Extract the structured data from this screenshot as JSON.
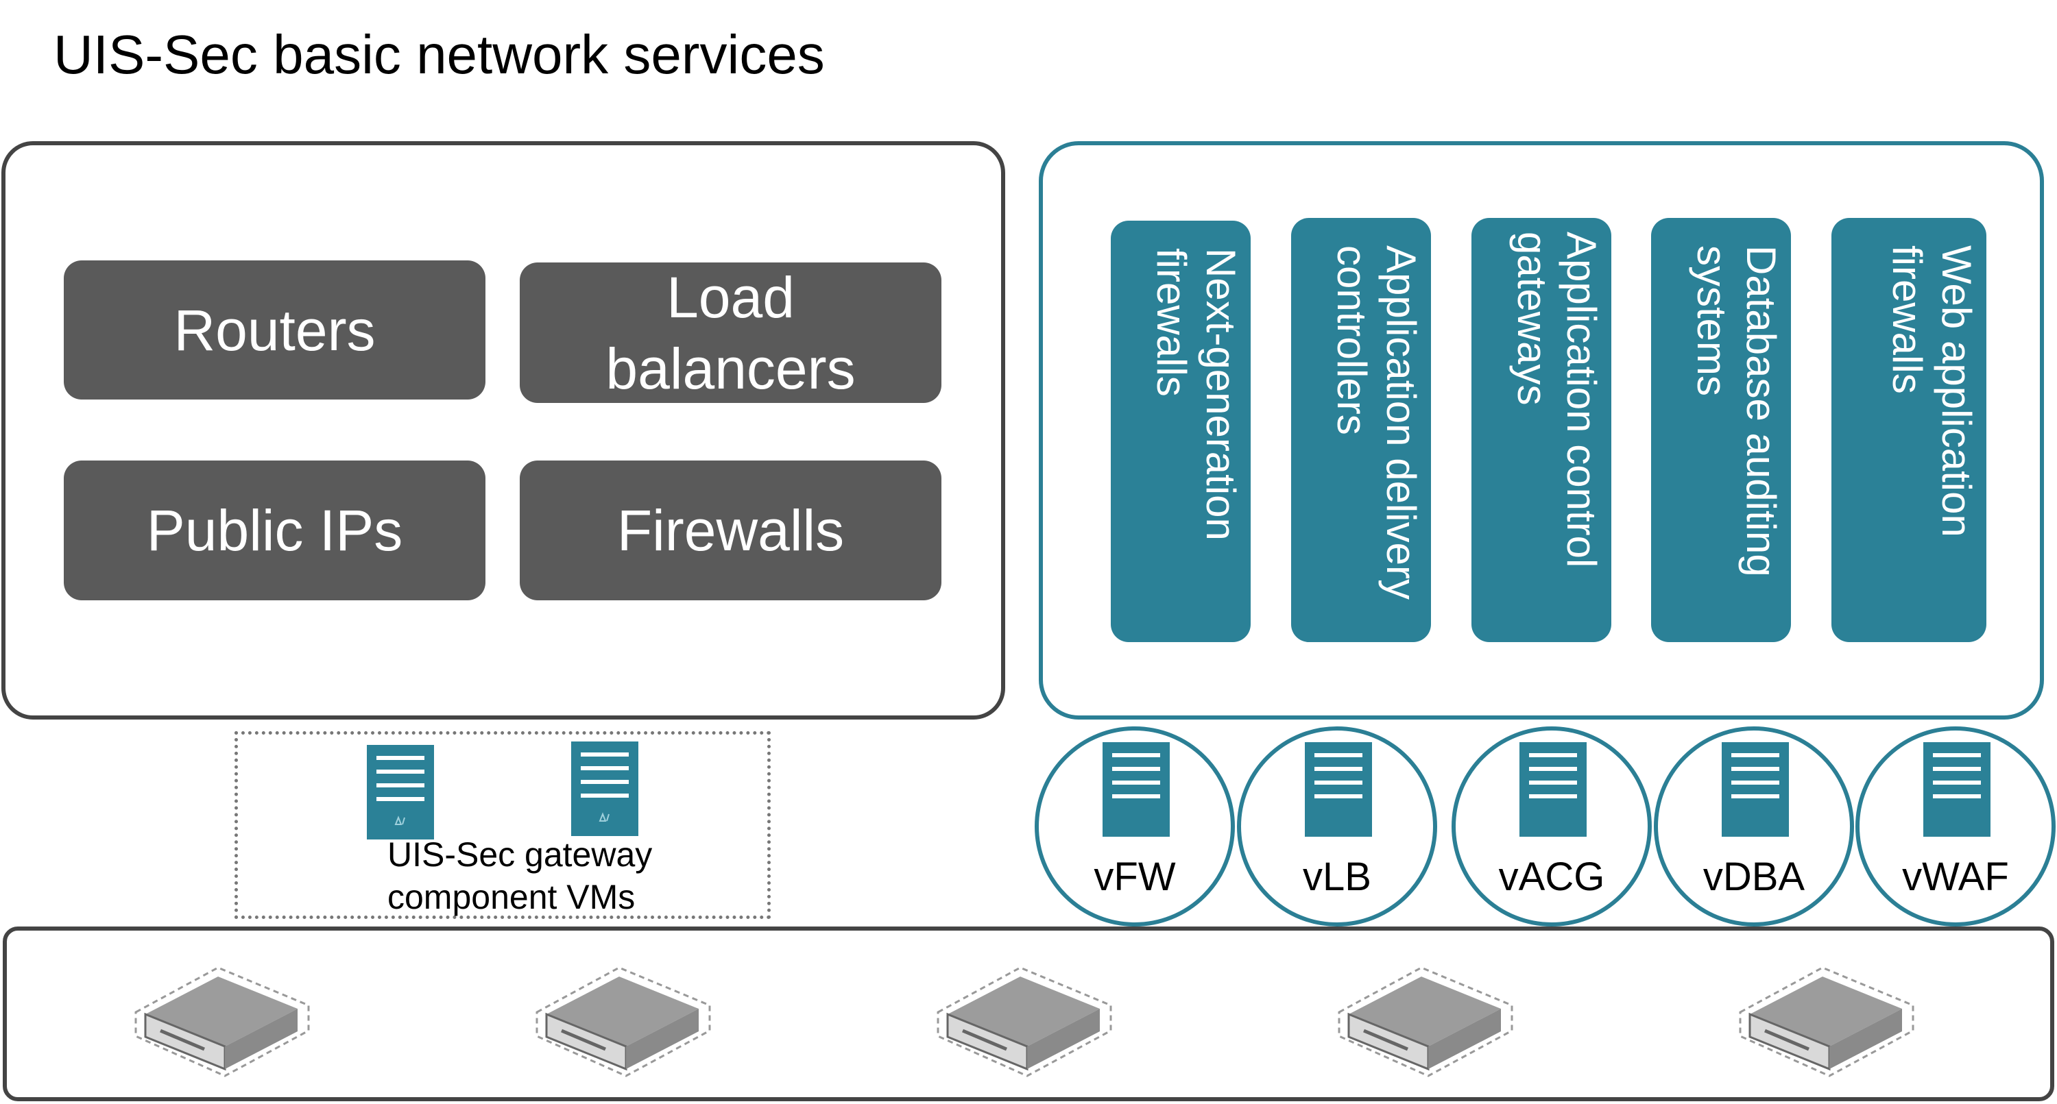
{
  "title": "UIS-Sec basic network services",
  "basic_services": [
    {
      "label": "Routers"
    },
    {
      "label": "Load balancers"
    },
    {
      "label": "Public IPs"
    },
    {
      "label": "Firewalls"
    }
  ],
  "advanced_services": [
    {
      "label": "Next-generation firewalls"
    },
    {
      "label": "Application delivery controllers"
    },
    {
      "label": "Application control gateways"
    },
    {
      "label": "Database auditing systems"
    },
    {
      "label": "Web application firewalls"
    }
  ],
  "gateway": {
    "label_line1": "UIS-Sec gateway",
    "label_line2": "component VMs"
  },
  "virtual_appliances": [
    {
      "label": "vFW"
    },
    {
      "label": "vLB"
    },
    {
      "label": "vACG"
    },
    {
      "label": "vDBA"
    },
    {
      "label": "vWAF"
    }
  ],
  "colors": {
    "teal": "#2b8197",
    "gray_tile": "#5a5a5a",
    "outline": "#444444"
  },
  "icons": {
    "vm": "server-tower-icon",
    "hardware": "rack-server-icon"
  }
}
